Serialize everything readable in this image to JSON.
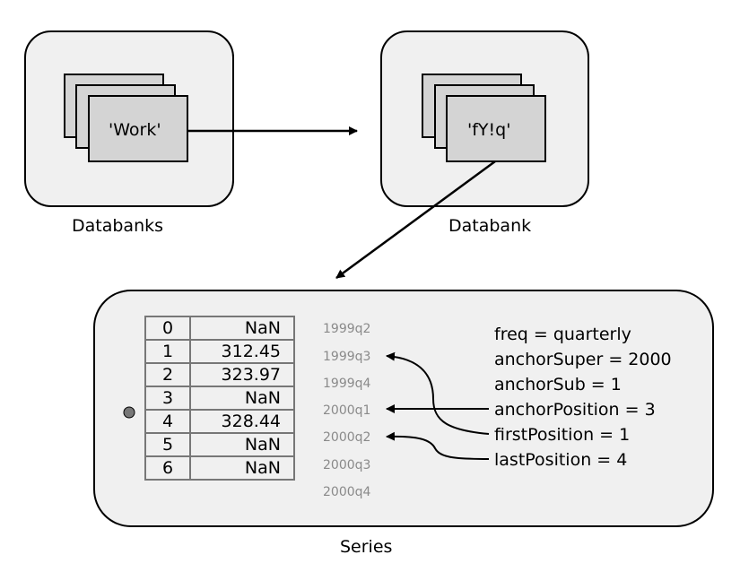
{
  "databanks": {
    "card_label": "'Work'",
    "caption": "Databanks"
  },
  "databank": {
    "card_label": "'fY!q'",
    "caption": "Databank"
  },
  "series": {
    "caption": "Series",
    "rows": [
      {
        "index": "0",
        "value": "NaN",
        "date": "1999q2"
      },
      {
        "index": "1",
        "value": "312.45",
        "date": "1999q3"
      },
      {
        "index": "2",
        "value": "323.97",
        "date": "1999q4"
      },
      {
        "index": "3",
        "value": "NaN",
        "date": "2000q1"
      },
      {
        "index": "4",
        "value": "328.44",
        "date": "2000q2"
      },
      {
        "index": "5",
        "value": "NaN",
        "date": "2000q3"
      },
      {
        "index": "6",
        "value": "NaN",
        "date": "2000q4"
      }
    ],
    "properties": [
      "freq = quarterly",
      "anchorSuper = 2000",
      "anchorSub = 1",
      "anchorPosition = 3",
      "firstPosition = 1",
      "lastPosition = 4"
    ]
  },
  "colors": {
    "container_fill": "#f0f0f0",
    "card_fill": "#d4d4d4",
    "date_text": "#8a8a8a",
    "marker": "#777777"
  }
}
